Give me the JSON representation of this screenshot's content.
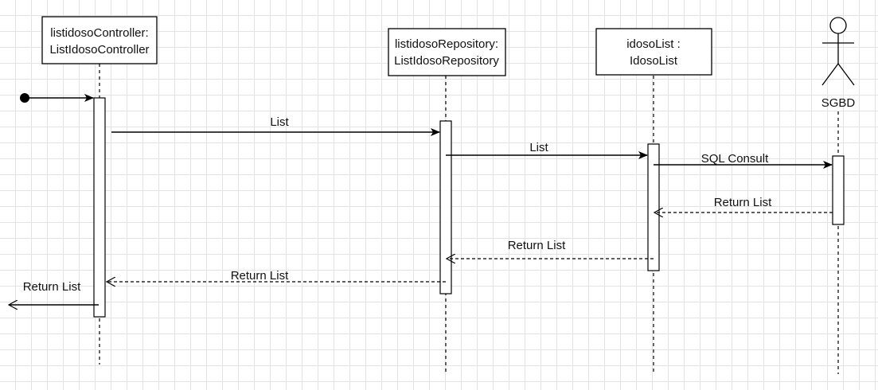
{
  "diagram": {
    "participants": [
      {
        "id": "controller",
        "line1": "listidosoController:",
        "line2": "ListIdosoController"
      },
      {
        "id": "repository",
        "line1": "listidosoRepository:",
        "line2": "ListIdosoRepository"
      },
      {
        "id": "idosolist",
        "line1": "idosoList :",
        "line2": "IdosoList"
      }
    ],
    "actor": {
      "id": "sgbd",
      "label": "SGBD"
    },
    "messages": [
      {
        "id": "list-1",
        "label": "List",
        "kind": "sync"
      },
      {
        "id": "list-2",
        "label": "List",
        "kind": "sync"
      },
      {
        "id": "sql-consult",
        "label": "SQL Consult",
        "kind": "sync"
      },
      {
        "id": "return-list-1",
        "label": "Return List",
        "kind": "return"
      },
      {
        "id": "return-list-2",
        "label": "Return List",
        "kind": "return"
      },
      {
        "id": "return-list-3",
        "label": "Return List",
        "kind": "return"
      },
      {
        "id": "return-list-found",
        "label": "Return List",
        "kind": "lost"
      }
    ],
    "colors": {
      "stroke": "#000000",
      "grid": "#e3e3e3",
      "background": "#ffffff"
    }
  }
}
